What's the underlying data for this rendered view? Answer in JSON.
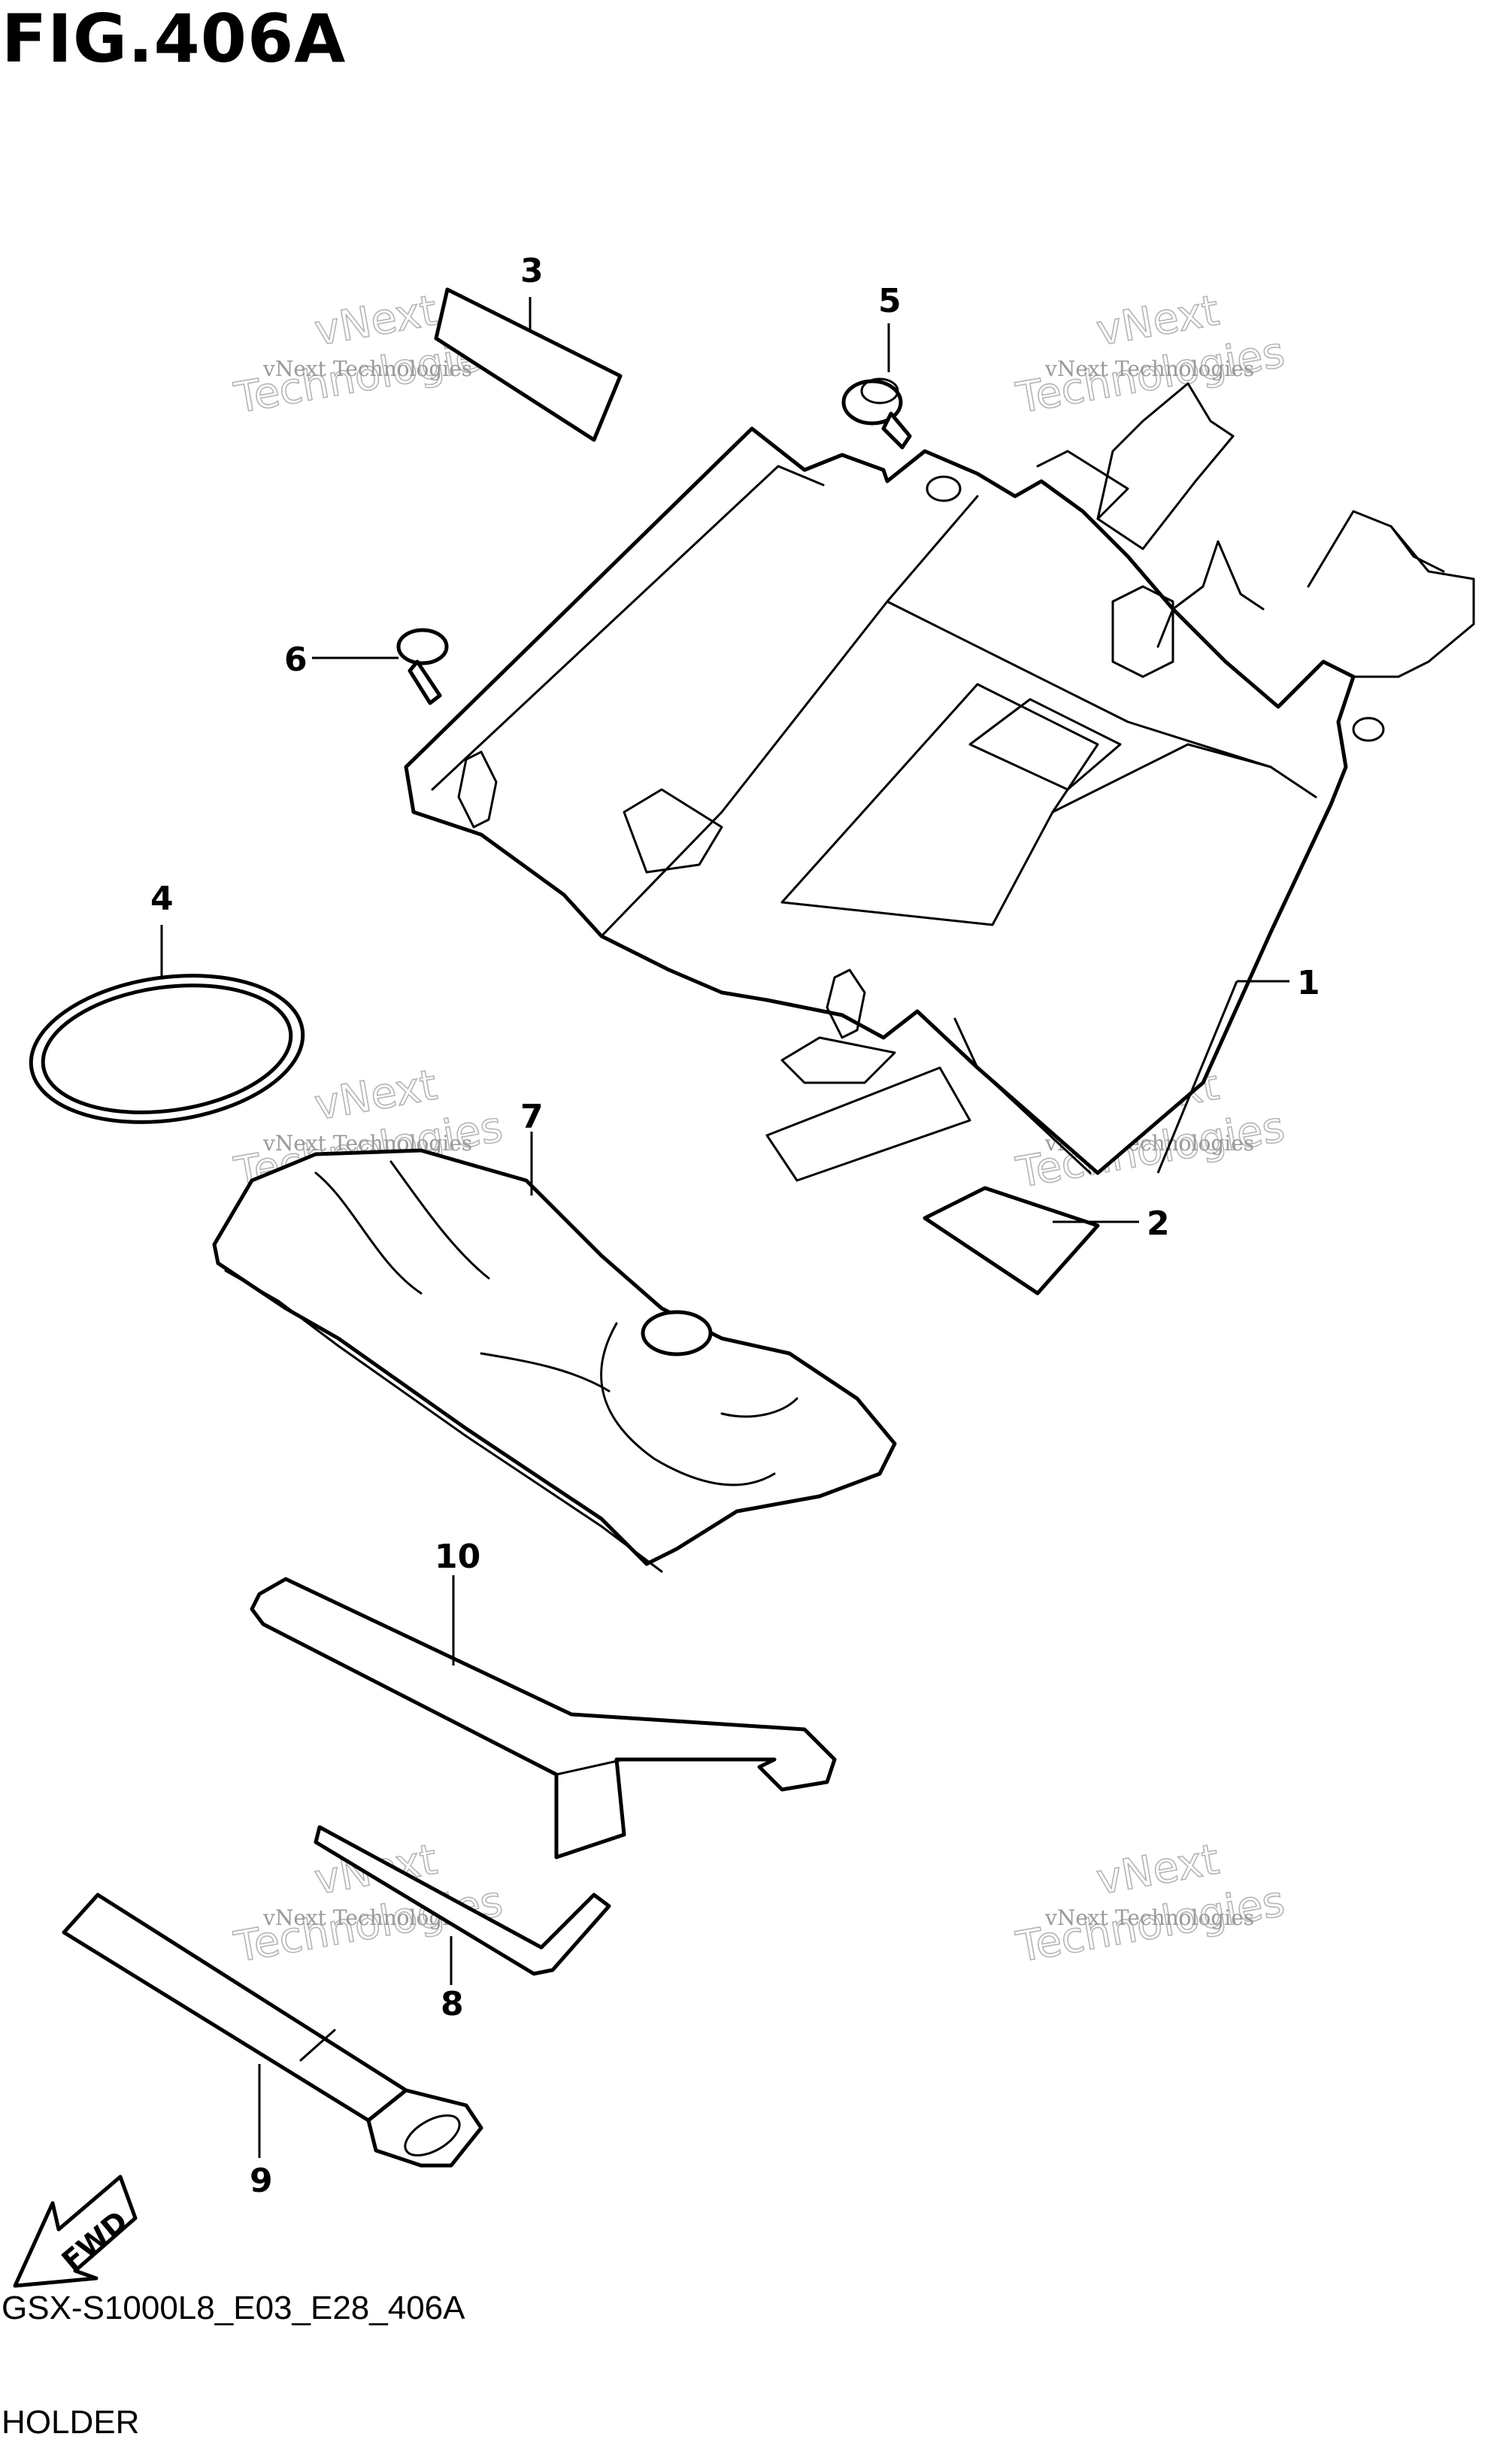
{
  "figure": {
    "title": "FIG.406A",
    "model_code": "GSX-S1000L8_E03_E28_406A",
    "section_name": "HOLDER"
  },
  "callouts": [
    "1",
    "2",
    "3",
    "4",
    "5",
    "6",
    "7",
    "8",
    "9",
    "10"
  ],
  "direction_marker": {
    "label": "FWD"
  },
  "watermark": {
    "small_text": "vNext Technologies",
    "big_line1": "vNext",
    "big_line2": "Technologies"
  }
}
